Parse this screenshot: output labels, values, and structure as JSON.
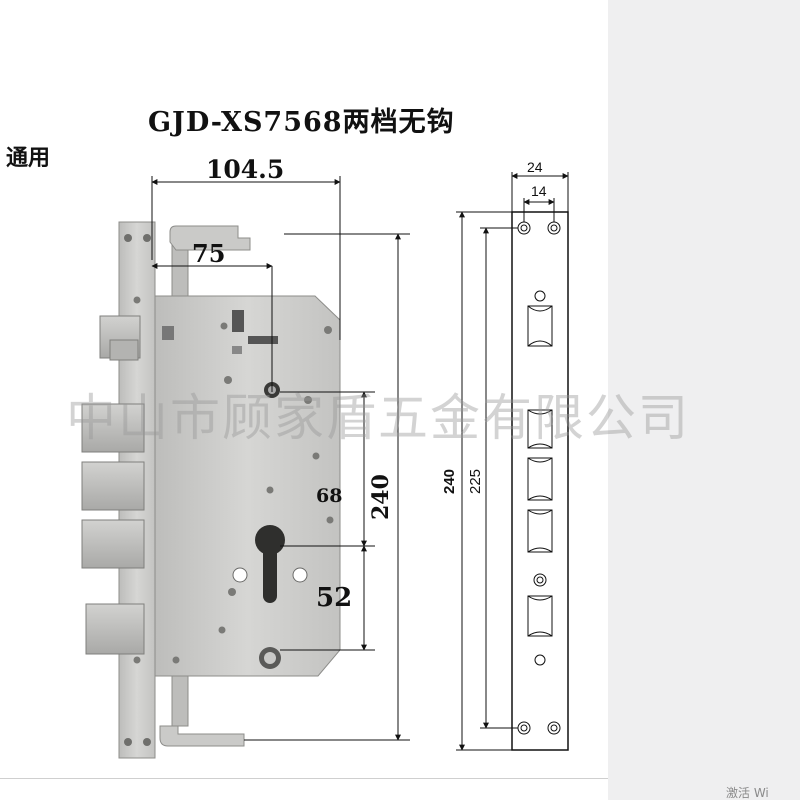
{
  "title": "GJD-XS7568两档无钩",
  "side_label": "通用",
  "watermark": "中山市顾家盾五金有限公司",
  "activate_text": "激活 Wi",
  "dimensions": {
    "width_total": "104.5",
    "backset": "75",
    "cylinder_offset": "68",
    "height_case": "240",
    "lower_offset": "52",
    "plate_width": "24",
    "plate_inner": "14",
    "plate_height": "240",
    "plate_hole_span": "225"
  },
  "colors": {
    "steel": "#c9c9c7",
    "steel_dark": "#9b9b98",
    "watermark": "#969696"
  }
}
